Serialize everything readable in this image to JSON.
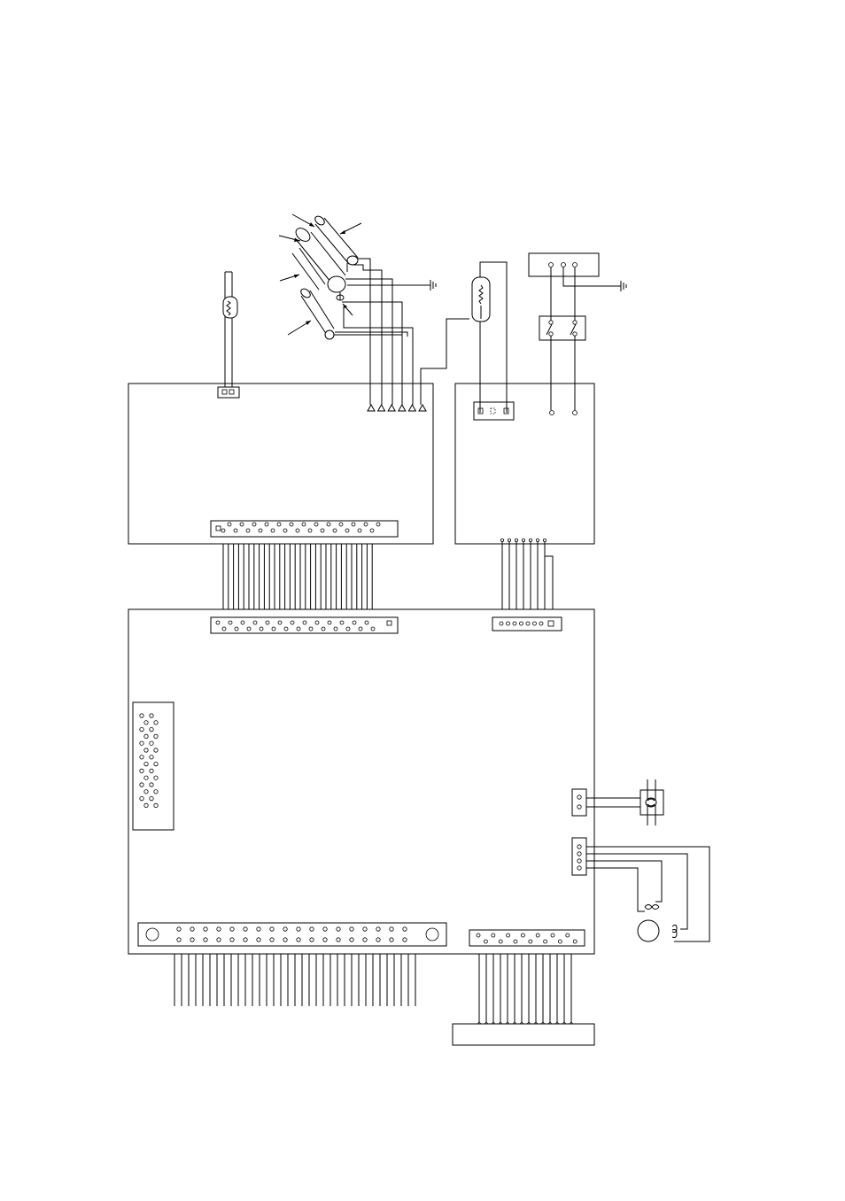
{
  "diagram": {
    "kind": "wiring-schematic",
    "text_labels": [],
    "components": {
      "top_left_board": {
        "connector_pins": 14,
        "header_pins": 1,
        "probe_terminals": 6
      },
      "top_right_board": {
        "header_pins": 3,
        "output_pins": 7
      },
      "main_board": {
        "upper_connector_pins": 14,
        "upper_right_connector_pins": 8,
        "left_connector_pins": 28,
        "bottom_connector_pins": 36,
        "bottom_right_connector_pins": 14,
        "right_header_2_pins": 2,
        "right_header_4_pins": 4
      },
      "terminal_block_pins": 3,
      "switch_count": 2,
      "ground_symbols": 2,
      "motor_count": 1
    }
  }
}
